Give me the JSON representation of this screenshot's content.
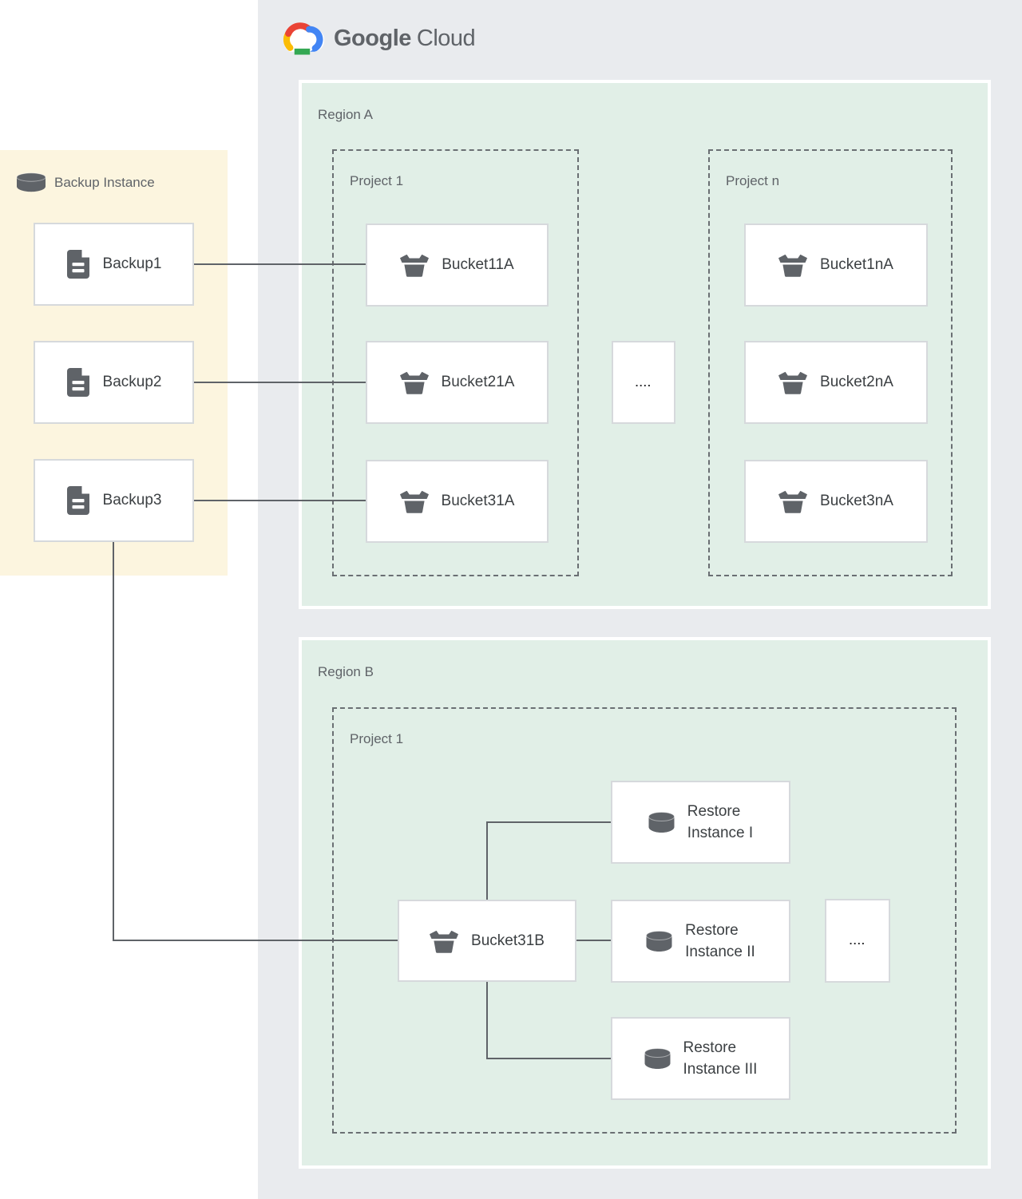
{
  "logo": {
    "brand": "Google",
    "product": "Cloud"
  },
  "backup_panel": {
    "title": "Backup Instance",
    "items": [
      {
        "label": "Backup1"
      },
      {
        "label": "Backup2"
      },
      {
        "label": "Backup3"
      }
    ]
  },
  "region_a": {
    "label": "Region A",
    "project_1": {
      "label": "Project 1",
      "buckets": [
        {
          "label": "Bucket11A"
        },
        {
          "label": "Bucket21A"
        },
        {
          "label": "Bucket31A"
        }
      ]
    },
    "project_n": {
      "label": "Project n",
      "buckets": [
        {
          "label": "Bucket1nA"
        },
        {
          "label": "Bucket2nA"
        },
        {
          "label": "Bucket3nA"
        }
      ]
    },
    "ellipsis": "...."
  },
  "region_b": {
    "label": "Region B",
    "project_1": {
      "label": "Project 1",
      "bucket": {
        "label": "Bucket31B"
      },
      "restore_instances": [
        {
          "line1": "Restore",
          "line2": "Instance I"
        },
        {
          "line1": "Restore",
          "line2": "Instance II"
        },
        {
          "line1": "Restore",
          "line2": "Instance III"
        }
      ],
      "ellipsis": "...."
    }
  },
  "connections": [
    "Backup1 -> Bucket11A",
    "Backup2 -> Bucket21A",
    "Backup3 -> Bucket31A",
    "Backup3 -> Bucket31B",
    "Bucket31B -> Restore Instance I",
    "Bucket31B -> Restore Instance II",
    "Bucket31B -> Restore Instance III"
  ],
  "colors": {
    "canvas_gray": "#e9ebee",
    "region_green": "#e1efe7",
    "backup_yellow": "#fcf5df",
    "box_border": "#d6d9dc",
    "dashed_border": "#6a6f73",
    "connector": "#5f6368",
    "icon_gray": "#5f6368",
    "label_gray": "#5f6368",
    "text_dark": "#3c4043",
    "logo_red": "#ea4335",
    "logo_blue": "#4285f4",
    "logo_yellow": "#fbbc05",
    "logo_green": "#34a853"
  }
}
